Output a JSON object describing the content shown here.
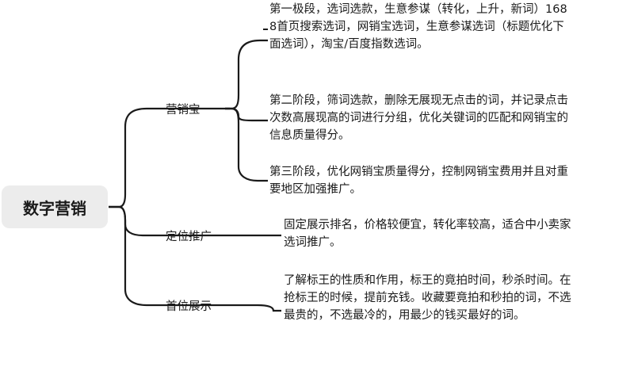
{
  "root": {
    "label": "数字营销"
  },
  "branches": [
    {
      "label": "营销宝",
      "leaves": [
        "第一极段，选词选款，生意参谋（转化，上升，新词）1688首页搜索选词，网销宝选词，生意参谋选词（标题优化下面选词），淘宝/百度指数选词。",
        "第二阶段，筛词选款，删除无展现无点击的词，并记录点击次数高展现高的词进行分组，优化关键词的匹配和网销宝的信息质量得分。",
        "第三阶段，优化网销宝质量得分，控制网销宝费用并且对重要地区加强推广。"
      ]
    },
    {
      "label": "定位推广",
      "leaves": [
        "固定展示排名，价格较便宜，转化率较高，适合中小卖家选词推广。"
      ]
    },
    {
      "label": "首位展示",
      "leaves": [
        "了解标王的性质和作用，标王的竟拍时间，秒杀时间。在抢标王的时候，提前充钱。收藏要竟拍和秒拍的词，不选最贵的，不选最冷的，用最少的钱买最好的词。"
      ]
    }
  ],
  "colors": {
    "line": "#1a1a1a",
    "root_bg": "#ececec",
    "text": "#1a1a1a"
  }
}
